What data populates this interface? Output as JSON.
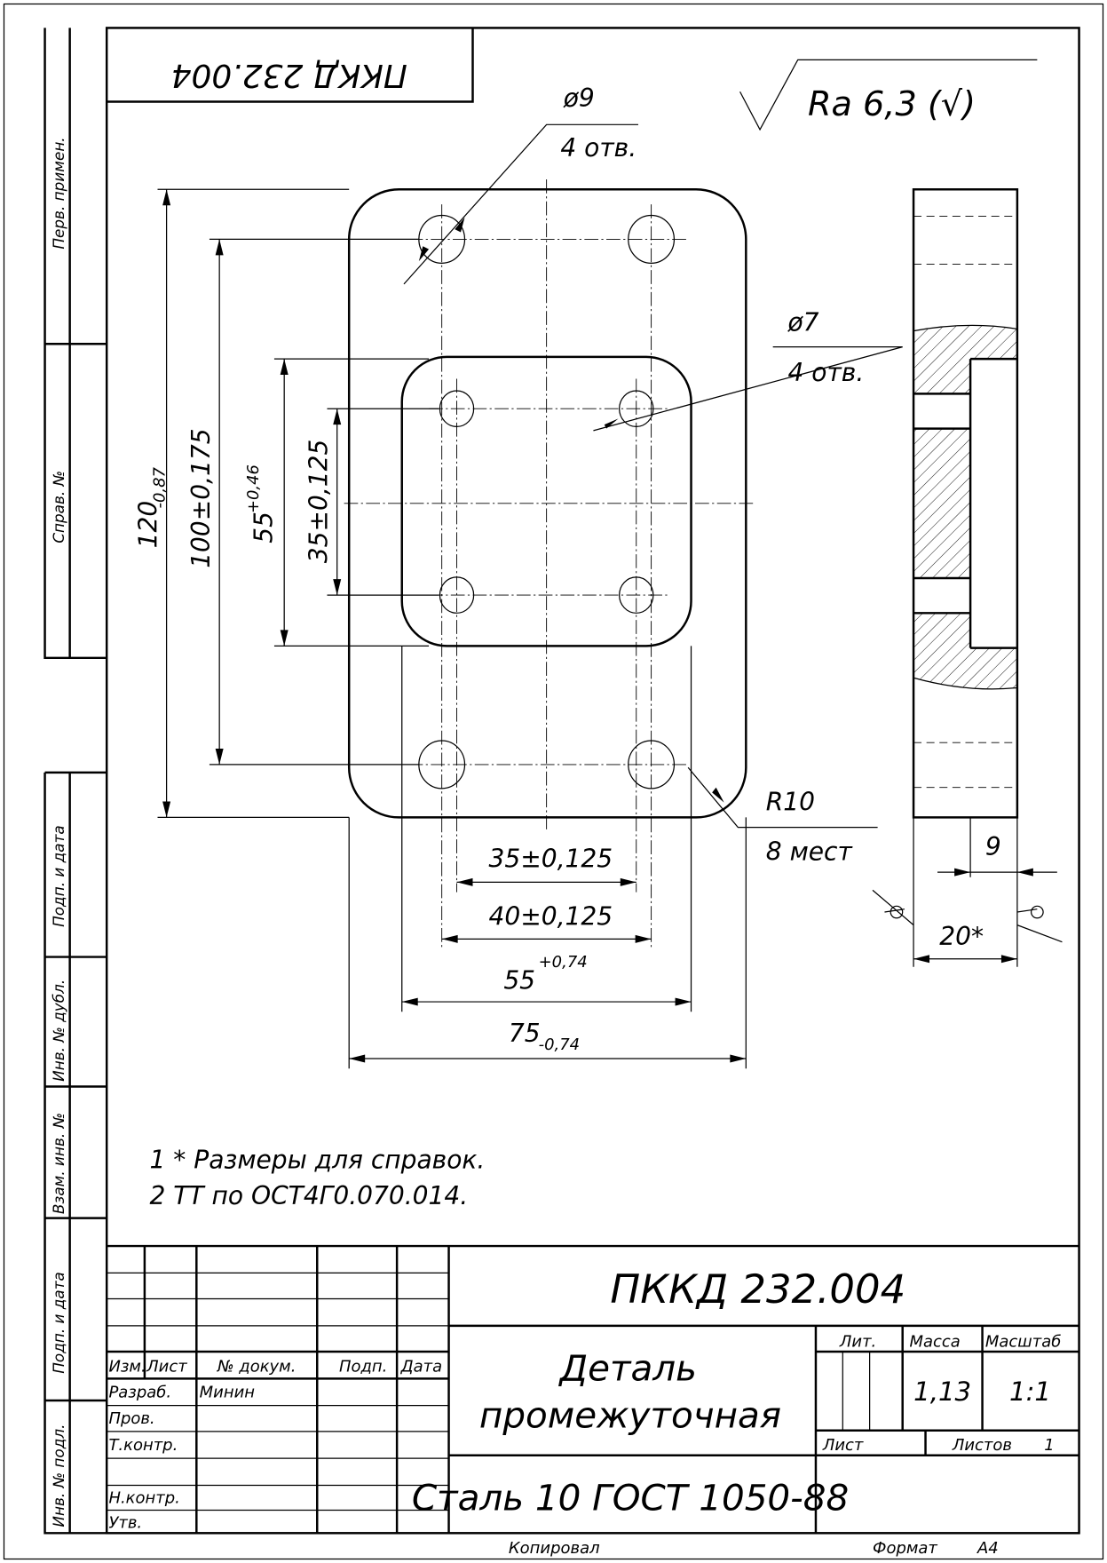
{
  "stamp_rotated": "ПККД 232.004",
  "side_labels": [
    "Перв. примен.",
    "Справ. №",
    "Подп. и дата",
    "Инв. № дубл.",
    "Взам. инв. №",
    "Подп. и дата",
    "Инв. № подл."
  ],
  "roughness": "Ra 6,3 (√)",
  "dims": {
    "hole9": "ø9",
    "hole9_count": "4 отв.",
    "hole7": "ø7",
    "hole7_count": "4 отв.",
    "radius": "R10",
    "radius_count": "8 мест",
    "h120": "120",
    "h120_tol": "-0,87",
    "h100": "100±0,175",
    "h55": "55",
    "h55_tol": "+0,46",
    "h35": "35±0,125",
    "w35": "35±0,125",
    "w40": "40±0,125",
    "w55": "55",
    "w55_tol": "+0,74",
    "w75": "75",
    "w75_tol": "-0,74",
    "t9": "9",
    "t20": "20*"
  },
  "notes": [
    "1  * Размеры для справок.",
    "2  ТТ по ОСТ4Г0.070.014."
  ],
  "title_block": {
    "designation": "ПККД 232.004",
    "name_line1": "Деталь",
    "name_line2": "промежуточная",
    "material": "Сталь 10  ГОСТ 1050-88",
    "col_headers": [
      "Изм.",
      "Лист",
      "№ докум.",
      "Подп.",
      "Дата"
    ],
    "roles": [
      "Разраб.",
      "Пров.",
      "Т.контр.",
      "",
      "Н.контр.",
      "Утв."
    ],
    "developer": "Минин",
    "lit_label": "Лит.",
    "mass_label": "Масса",
    "scale_label": "Масштаб",
    "mass": "1,13",
    "scale": "1:1",
    "sheet_label": "Лист",
    "sheets_label": "Листов",
    "sheets": "1"
  },
  "footer": {
    "copied": "Копировал",
    "format_label": "Формат",
    "format": "A4"
  }
}
